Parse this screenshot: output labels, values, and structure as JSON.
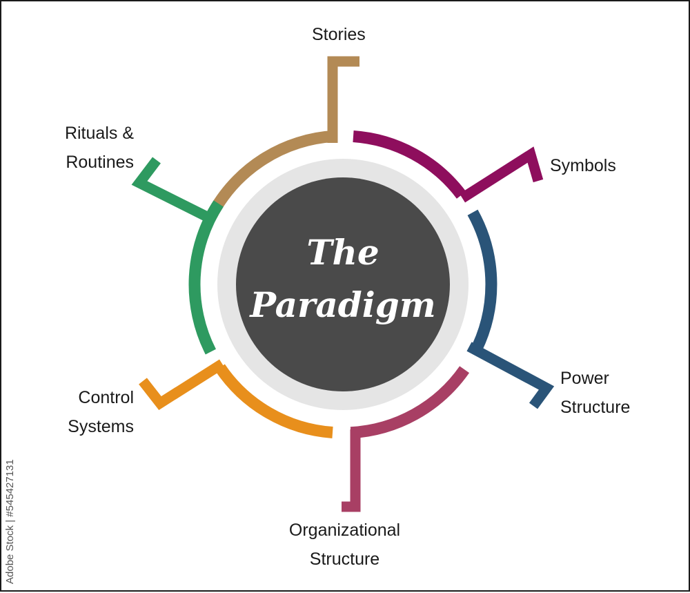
{
  "center_title": {
    "line1": "The",
    "line2": "Paradigm"
  },
  "segments": [
    {
      "id": "stories",
      "label_lines": [
        "Stories"
      ],
      "color": "#B38A55"
    },
    {
      "id": "symbols",
      "label_lines": [
        "Symbols"
      ],
      "color": "#8E0E5D"
    },
    {
      "id": "power-structure",
      "label_lines": [
        "Power",
        "Structure"
      ],
      "color": "#2A5478"
    },
    {
      "id": "organizational-structure",
      "label_lines": [
        "Organizational",
        "Structure"
      ],
      "color": "#A83F64"
    },
    {
      "id": "control-systems",
      "label_lines": [
        "Control",
        "Systems"
      ],
      "color": "#E88F1C"
    },
    {
      "id": "rituals-routines",
      "label_lines": [
        "Rituals &",
        "Routines"
      ],
      "color": "#2E9A60"
    }
  ],
  "colors": {
    "center_fill": "#4A4A4A",
    "inner_ring": "#E5E5E5",
    "frame": "#1A1A1A"
  },
  "watermark": {
    "text": "Adobe Stock | #545427131"
  }
}
